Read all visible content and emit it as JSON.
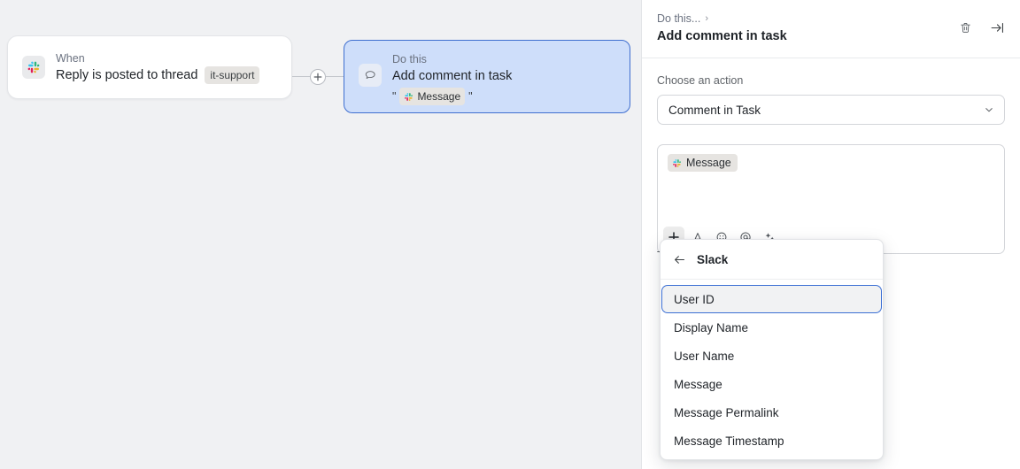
{
  "canvas": {
    "trigger_node": {
      "kicker": "When",
      "title": "Reply is posted to thread",
      "tag": "it-support",
      "icon": "slack-icon"
    },
    "action_node": {
      "kicker": "Do this",
      "title": "Add comment in task",
      "quote_open": "\"",
      "quote_close": "\"",
      "chip_label": "Message",
      "icon": "comment-bubble-icon"
    },
    "add_step_button": "add-step-plus"
  },
  "panel": {
    "breadcrumb": "Do this...",
    "breadcrumb_chevron": "›",
    "title": "Add comment in task",
    "delete_icon": "trash-icon",
    "collapse_icon": "collapse-panel-icon",
    "action_field": {
      "label": "Choose an action",
      "value": "Comment in Task",
      "chevron": "chevron-down-icon"
    },
    "editor": {
      "chip_label": "Message",
      "toolbar": [
        {
          "name": "insert-variable-icon",
          "label": "+",
          "active": true
        },
        {
          "name": "text-format-icon",
          "label": "A",
          "active": false
        },
        {
          "name": "emoji-icon",
          "label": "smiley",
          "active": false
        },
        {
          "name": "mention-icon",
          "label": "@",
          "active": false
        },
        {
          "name": "ai-sparkles-icon",
          "label": "sparkles",
          "active": false
        }
      ]
    },
    "obscured_label": "T"
  },
  "dropdown": {
    "back_icon": "back-arrow-icon",
    "header": "Slack",
    "items": [
      {
        "label": "User ID",
        "selected": true
      },
      {
        "label": "Display Name",
        "selected": false
      },
      {
        "label": "User Name",
        "selected": false
      },
      {
        "label": "Message",
        "selected": false
      },
      {
        "label": "Message Permalink",
        "selected": false
      },
      {
        "label": "Message Timestamp",
        "selected": false
      }
    ]
  },
  "colors": {
    "canvas_bg": "#f0f1f3",
    "selected_node_bg": "#cedefa",
    "selected_node_border": "#3f6fd0",
    "focus_border": "#3b6fd4",
    "slack_cyan": "#36c5f0",
    "slack_green": "#2eb67d",
    "slack_yellow": "#ecb22e",
    "slack_crimson": "#e01e5a"
  }
}
